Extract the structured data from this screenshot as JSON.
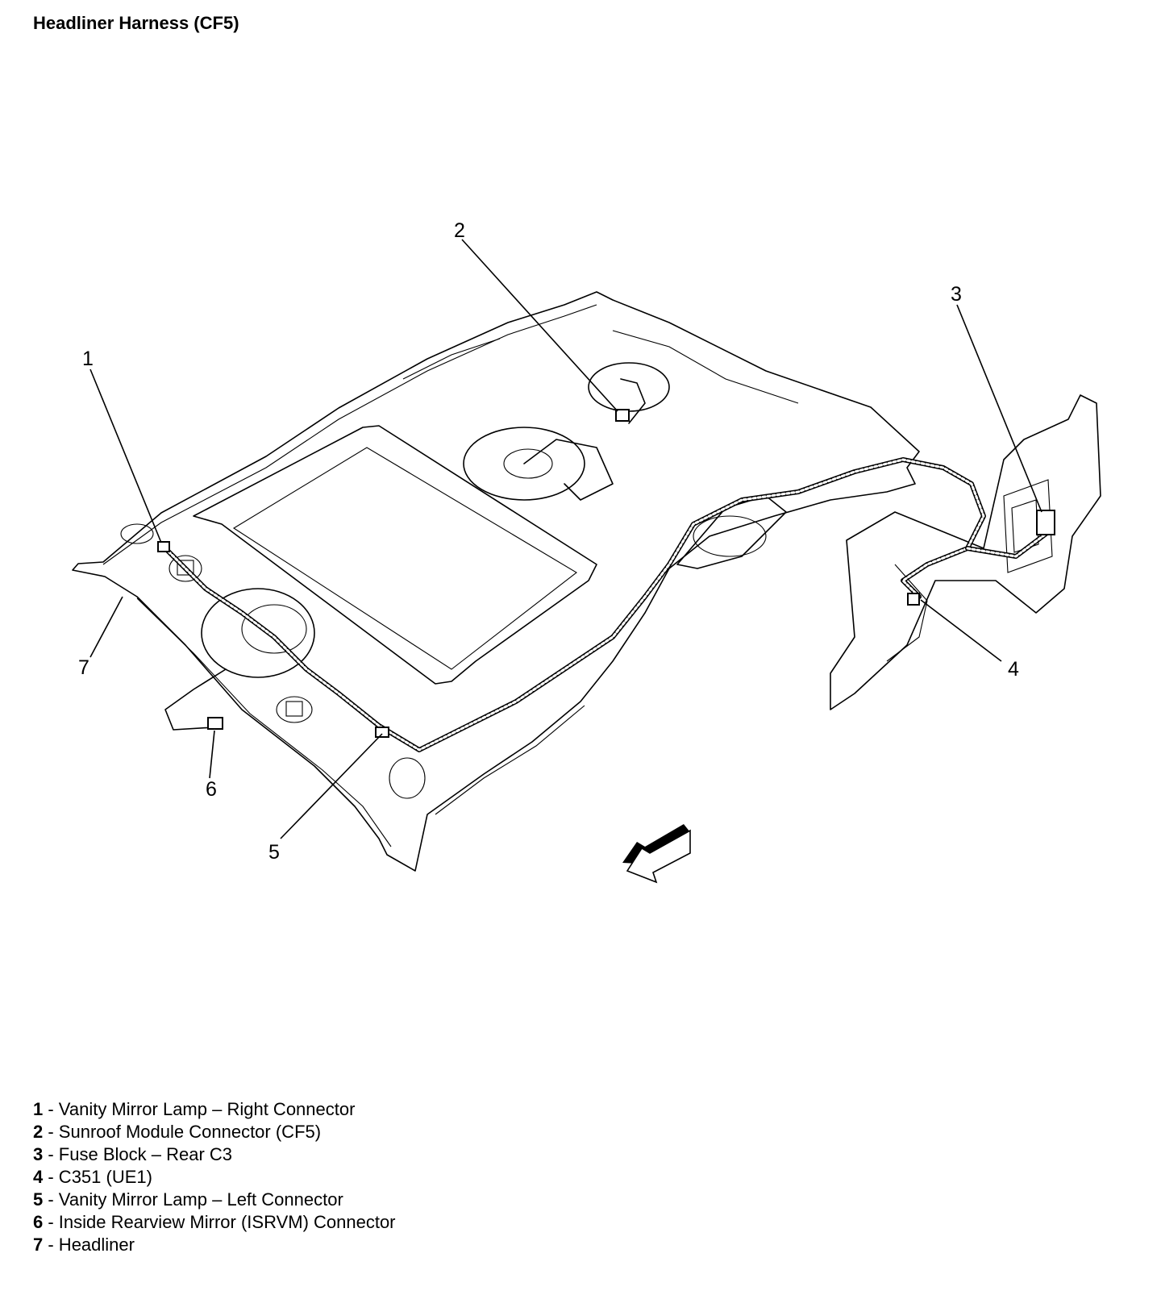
{
  "title": "Headliner Harness (CF5)",
  "callouts": [
    "1",
    "2",
    "3",
    "4",
    "5",
    "6",
    "7"
  ],
  "legend": [
    {
      "num": "1",
      "text": " - Vanity Mirror Lamp – Right Connector"
    },
    {
      "num": "2",
      "text": " - Sunroof Module Connector (CF5)"
    },
    {
      "num": "3",
      "text": " - Fuse Block – Rear C3"
    },
    {
      "num": "4",
      "text": " - C351 (UE1)"
    },
    {
      "num": "5",
      "text": " - Vanity Mirror Lamp – Left Connector"
    },
    {
      "num": "6",
      "text": " - Inside Rearview Mirror (ISRVM) Connector"
    },
    {
      "num": "7",
      "text": " - Headliner"
    }
  ],
  "icons": {
    "direction_arrow": "front-direction-arrow-icon"
  }
}
